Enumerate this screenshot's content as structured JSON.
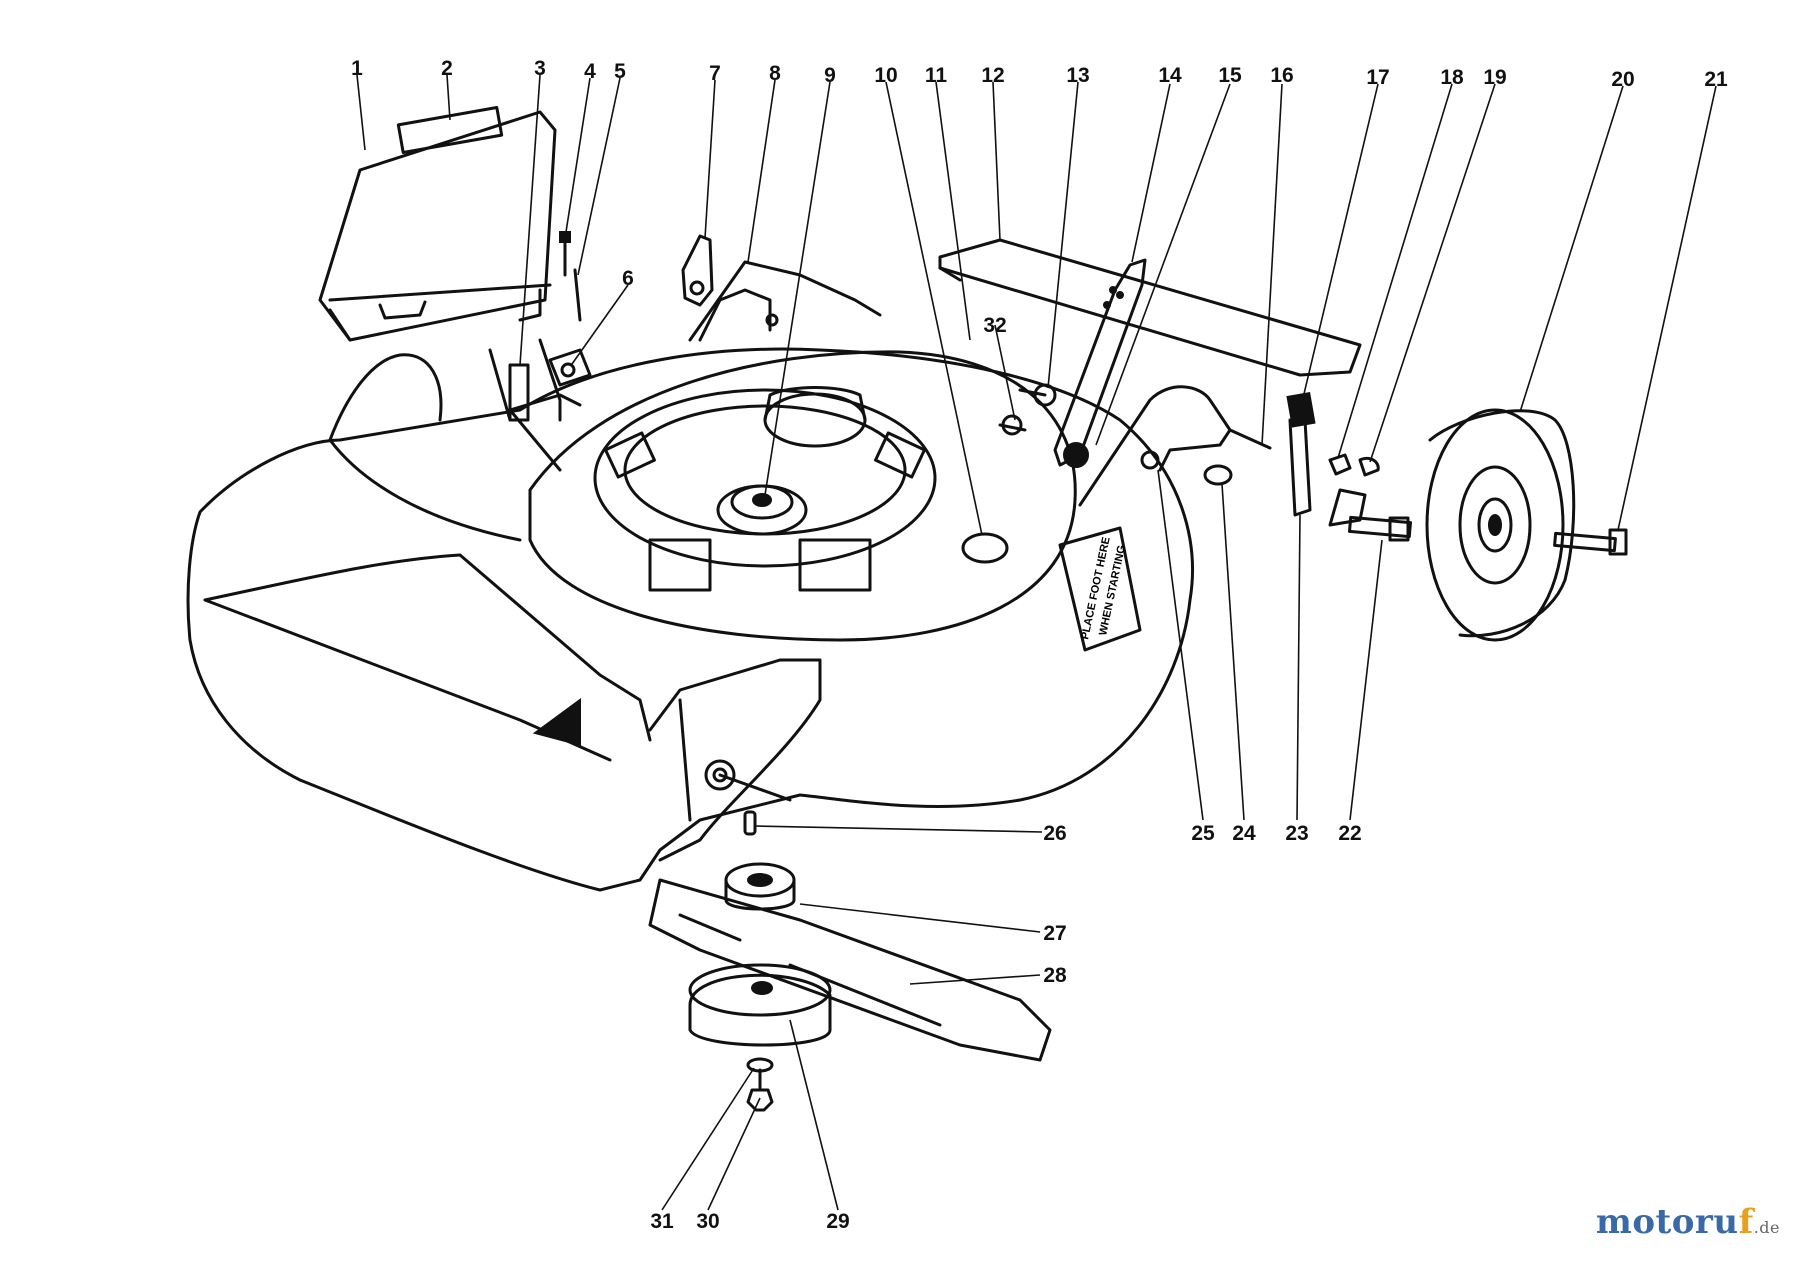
{
  "callouts": [
    {
      "id": "c1",
      "label": "1"
    },
    {
      "id": "c2",
      "label": "2"
    },
    {
      "id": "c3",
      "label": "3"
    },
    {
      "id": "c4",
      "label": "4"
    },
    {
      "id": "c5",
      "label": "5"
    },
    {
      "id": "c6",
      "label": "6"
    },
    {
      "id": "c7",
      "label": "7"
    },
    {
      "id": "c8",
      "label": "8"
    },
    {
      "id": "c9",
      "label": "9"
    },
    {
      "id": "c10",
      "label": "10"
    },
    {
      "id": "c11",
      "label": "11"
    },
    {
      "id": "c12",
      "label": "12"
    },
    {
      "id": "c13",
      "label": "13"
    },
    {
      "id": "c14",
      "label": "14"
    },
    {
      "id": "c15",
      "label": "15"
    },
    {
      "id": "c16",
      "label": "16"
    },
    {
      "id": "c17",
      "label": "17"
    },
    {
      "id": "c18",
      "label": "18"
    },
    {
      "id": "c19",
      "label": "19"
    },
    {
      "id": "c20",
      "label": "20"
    },
    {
      "id": "c21",
      "label": "21"
    },
    {
      "id": "c22",
      "label": "22"
    },
    {
      "id": "c23",
      "label": "23"
    },
    {
      "id": "c24",
      "label": "24"
    },
    {
      "id": "c25",
      "label": "25"
    },
    {
      "id": "c26",
      "label": "26"
    },
    {
      "id": "c27",
      "label": "27"
    },
    {
      "id": "c28",
      "label": "28"
    },
    {
      "id": "c29",
      "label": "29"
    },
    {
      "id": "c30",
      "label": "30"
    },
    {
      "id": "c31",
      "label": "31"
    },
    {
      "id": "c32",
      "label": "32"
    }
  ],
  "decal": {
    "line1": "PLACE FOOT HERE",
    "line2": "WHEN STARTING"
  },
  "watermark": {
    "main": "motoru",
    "accent": "f",
    "tld": ".de"
  }
}
